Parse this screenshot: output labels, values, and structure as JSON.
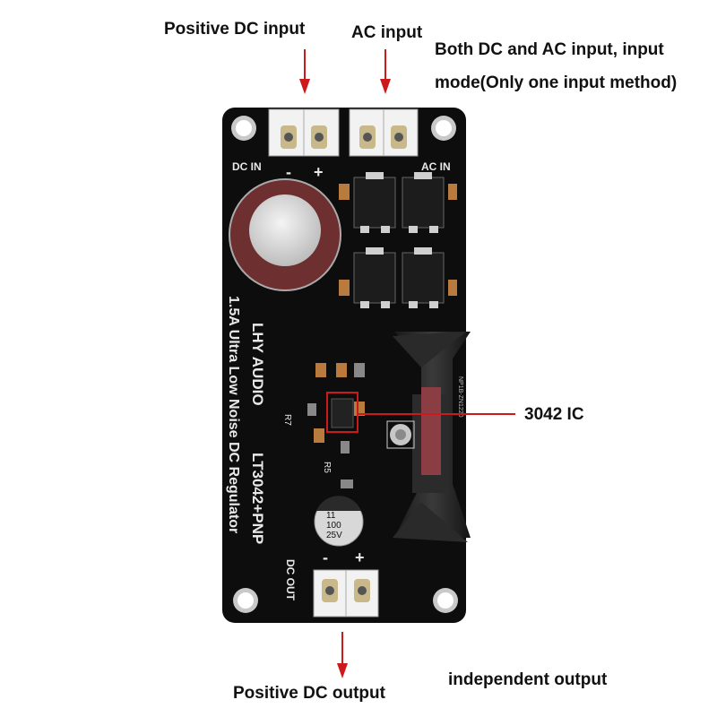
{
  "annotations": {
    "positive_dc_input": "Positive DC input",
    "ac_input": "AC input",
    "both_line1": "Both DC and AC input, input",
    "both_line2": "mode(Only one input method)",
    "ic": "3042 IC",
    "positive_dc_output": "Positive DC output",
    "independent_output": "independent output"
  },
  "board": {
    "dc_in": "DC IN",
    "ac_in": "AC IN",
    "dc_out": "DC OUT",
    "minus": "-",
    "plus": "+",
    "brand": "LHY AUDIO",
    "model": "LT3042+PNP",
    "desc": "1.5A Ultra Low Noise DC Regulator",
    "r7": "R7",
    "r5": "R5",
    "cap_line1": "11",
    "cap_line2": "100",
    "cap_line3": "25V",
    "tiny_silk": "NP1B-ZN1220"
  },
  "colors": {
    "board": "#0d0d0d",
    "callout": "#cc1a1a",
    "silk": "#e8e8e8",
    "terminal": "#f2f2f2",
    "cap_sleeve": "#6e2f31"
  }
}
